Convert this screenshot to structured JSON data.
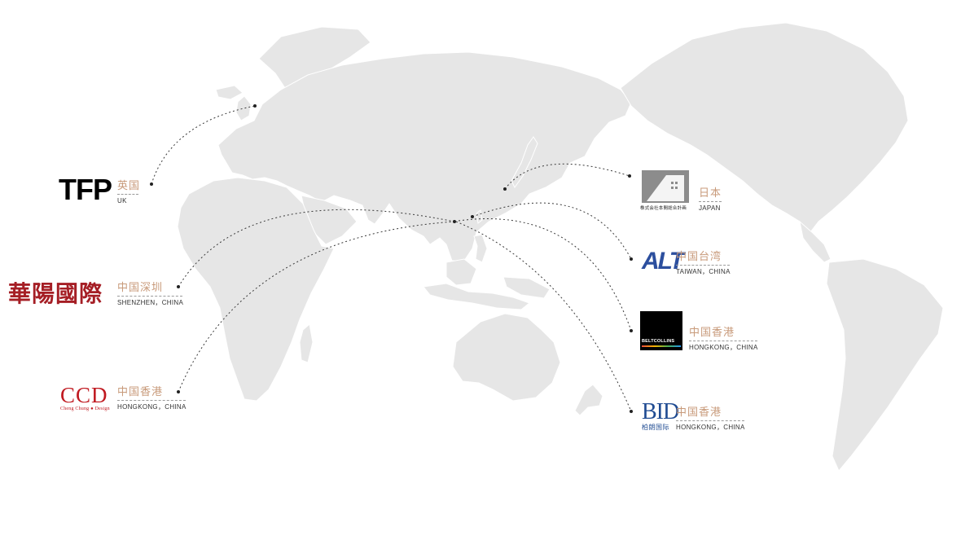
{
  "map": {
    "land_color": "#e6e6e6",
    "connector_style": "dotted",
    "hub": "Hong Kong"
  },
  "firms": [
    {
      "id": "tfp",
      "logo_text": "TFP",
      "region_cn": "英国",
      "region_en": "UK"
    },
    {
      "id": "huayang",
      "logo_text": "華陽國際",
      "region_cn": "中国深圳",
      "region_en": "SHENZHEN，CHINA"
    },
    {
      "id": "ccd",
      "logo_text": "CCD",
      "logo_subtext": "Cheng Chung ● Design",
      "region_cn": "中国香港",
      "region_en": "HONGKONG，CHINA"
    },
    {
      "id": "japan",
      "logo_subtext": "株式会社本間総合計画",
      "region_cn": "日本",
      "region_en": "JAPAN"
    },
    {
      "id": "alt",
      "logo_text": "ALT",
      "region_cn": "中国台湾",
      "region_en": "TAIWAN，CHINA"
    },
    {
      "id": "beltcollins",
      "logo_text": "BELTCOLLINS",
      "region_cn": "中国香港",
      "region_en": "HONGKONG，CHINA"
    },
    {
      "id": "bid",
      "logo_text": "BID",
      "logo_subtext": "柏朗国际",
      "region_cn": "中国香港",
      "region_en": "HONGKONG，CHINA"
    }
  ],
  "brand_colors": {
    "region_label": "#c89a7a",
    "huayang": "#a51e25",
    "ccd": "#c01920",
    "alt": "#2c4f9e",
    "bid": "#1f4b92"
  }
}
